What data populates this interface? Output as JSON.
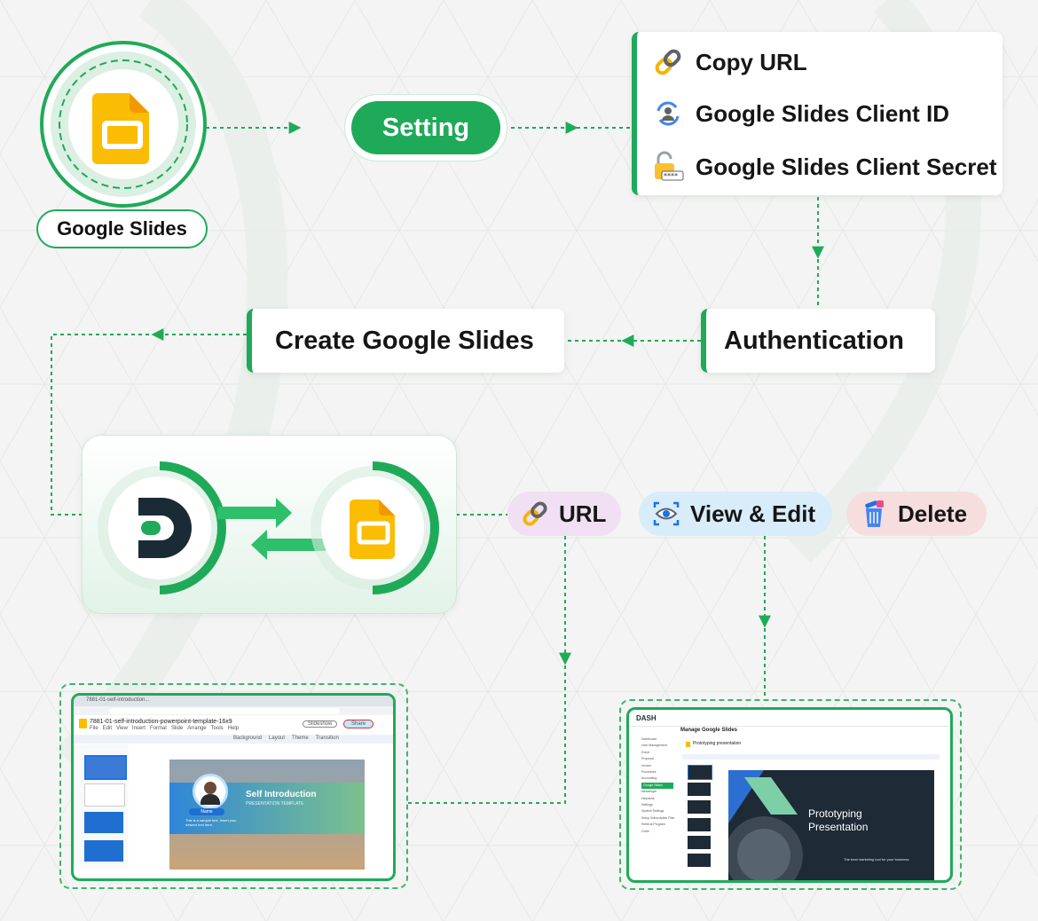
{
  "source": {
    "label": "Google Slides"
  },
  "setting": {
    "label": "Setting"
  },
  "setup_items": [
    {
      "label": "Copy URL",
      "icon": "link-icon"
    },
    {
      "label": "Google Slides Client ID",
      "icon": "client-id-icon"
    },
    {
      "label": "Google Slides Client Secret",
      "icon": "lock-icon"
    }
  ],
  "authentication": {
    "label": "Authentication"
  },
  "create": {
    "label": "Create Google Slides"
  },
  "actions": [
    {
      "label": "URL",
      "icon": "link-icon",
      "color": "#f1dff3"
    },
    {
      "label": "View & Edit",
      "icon": "eye-icon",
      "color": "#d9ecf9"
    },
    {
      "label": "Delete",
      "icon": "trash-icon",
      "color": "#f6dede"
    }
  ],
  "left_screenshot": {
    "doc_title": "7881-01-self-introduction-powerpoint-template-16x9",
    "menu": [
      "File",
      "Edit",
      "View",
      "Insert",
      "Format",
      "Slide",
      "Arrange",
      "Tools",
      "Help"
    ],
    "toolbar": [
      "Background",
      "Layout",
      "Theme",
      "Transition"
    ],
    "slideshow_button": "Slideshow",
    "share_button": "Share",
    "slide_title": "Self Introduction",
    "slide_subtitle": "PRESENTATION TEMPLATE",
    "slide_name": "Name",
    "slide_body": "This is a sample text. Insert your desired text here."
  },
  "right_screenshot": {
    "logo": "DASH",
    "page_title": "Manage Google Slides",
    "doc_title": "Prototyping presentation",
    "slide_title_line1": "Prototyping",
    "slide_title_line2": "Presentation",
    "slide_tagline": "The best marketing tool for your business.",
    "nav": [
      "Dashboard",
      "User Management",
      "Event",
      "Proposal",
      "Invoice",
      "Purchases",
      "Accounting",
      "Google Slides",
      "Messenger",
      "Helpdesk",
      "Settings",
      "System Settings",
      "Setup Subscription Plan",
      "Referral Program",
      "Order"
    ]
  },
  "colors": {
    "accent": "#1faa59",
    "dash_dark": "#1b2b36",
    "slides_yellow": "#fbbc04"
  }
}
